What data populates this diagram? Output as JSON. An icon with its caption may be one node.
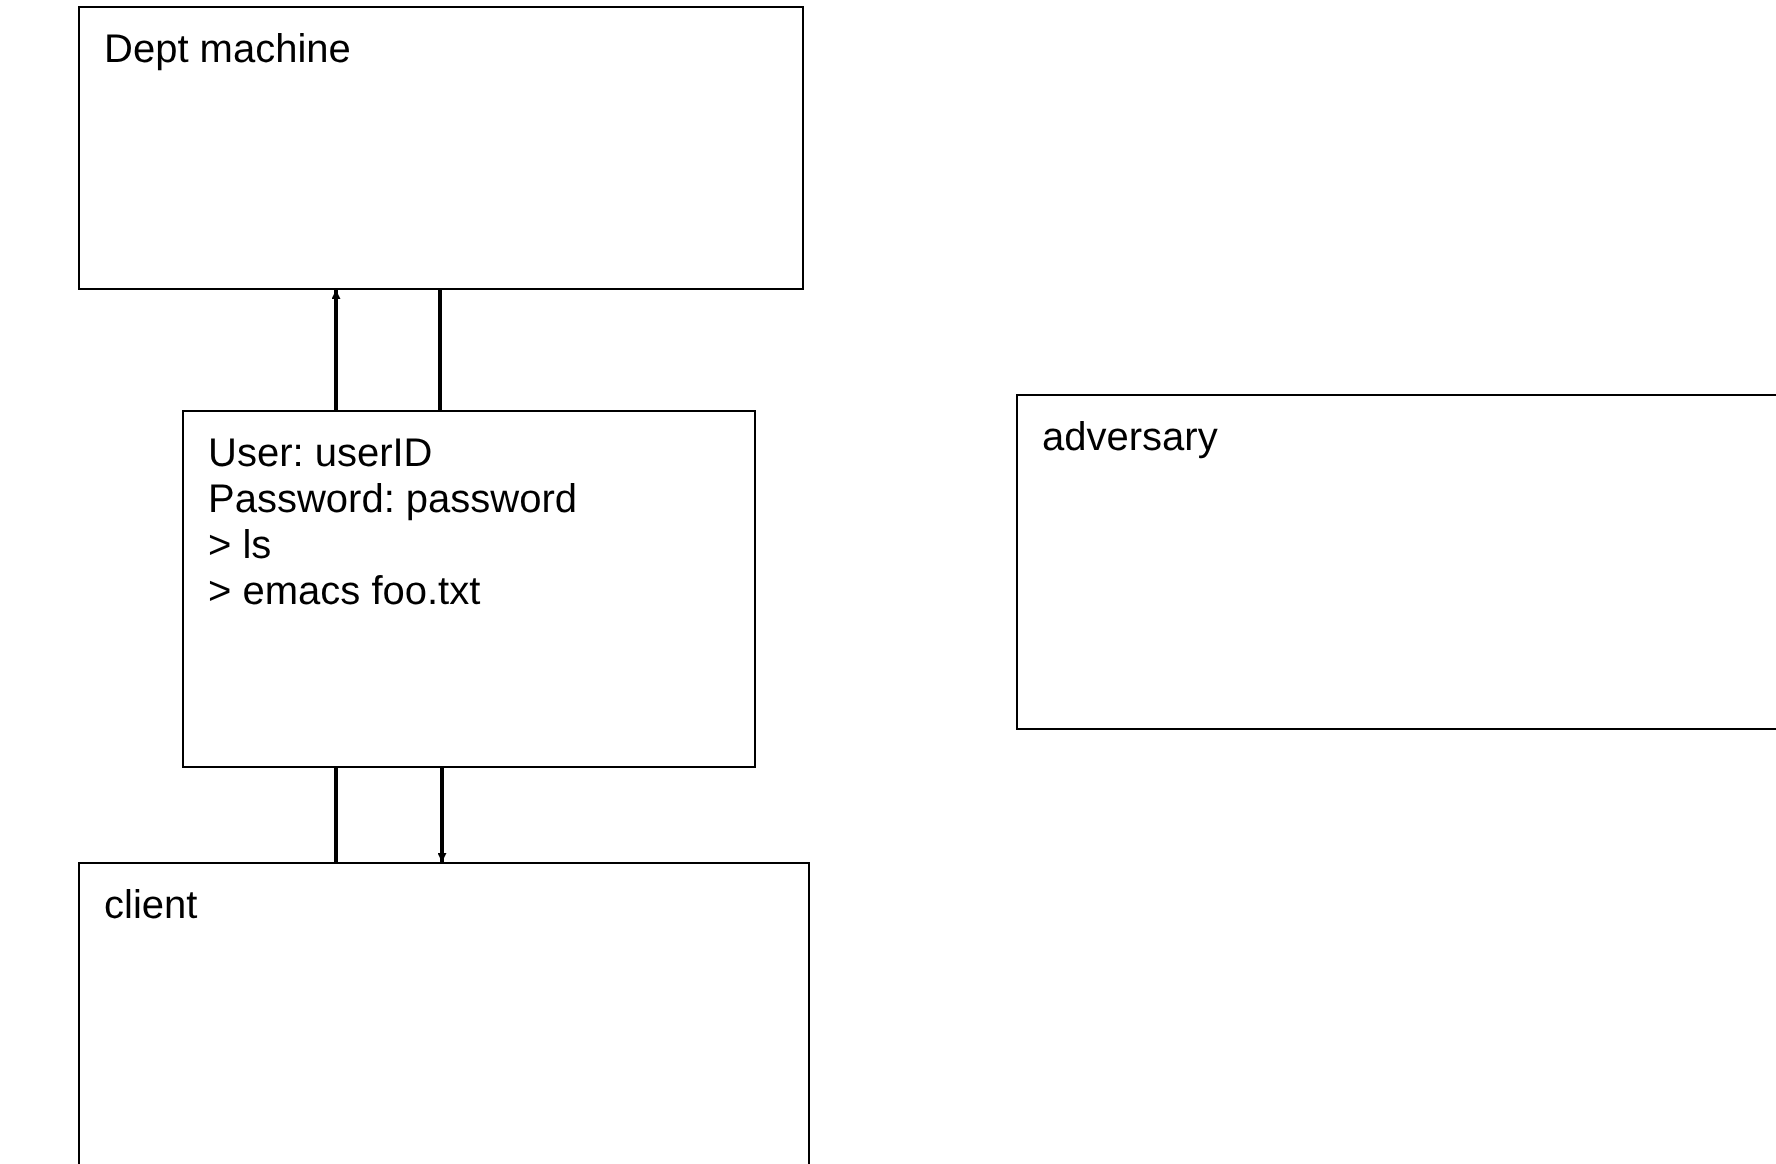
{
  "diagram": {
    "nodes": [
      {
        "text": [
          "Dept machine"
        ]
      },
      {
        "text": [
          "User: userID",
          "Password: password",
          "> ls",
          "> emacs foo.txt"
        ]
      },
      {
        "text": [
          "adversary"
        ]
      },
      {
        "text": [
          "client"
        ]
      }
    ],
    "edges": [
      {
        "from": 3,
        "to": 1,
        "arrow": "none"
      },
      {
        "from": 1,
        "to": 3,
        "arrow": "to"
      },
      {
        "from": 1,
        "to": 0,
        "arrow": "to"
      },
      {
        "from": 0,
        "to": 1,
        "arrow": "none"
      }
    ]
  }
}
